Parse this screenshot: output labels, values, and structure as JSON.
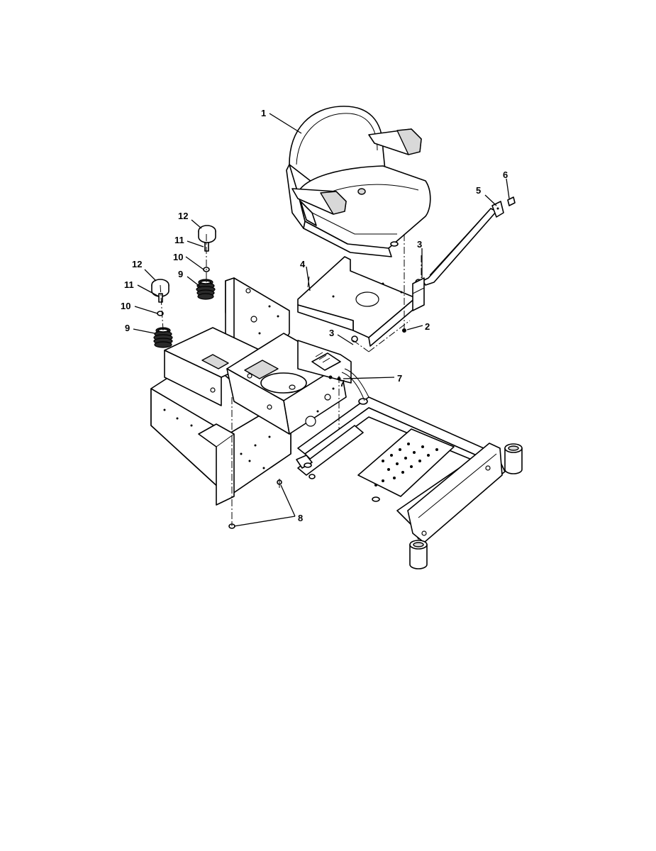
{
  "diagram": {
    "callouts": [
      {
        "id": "c1",
        "label": "1"
      },
      {
        "id": "c2",
        "label": "2"
      },
      {
        "id": "c3a",
        "label": "3"
      },
      {
        "id": "c3b",
        "label": "3"
      },
      {
        "id": "c4",
        "label": "4"
      },
      {
        "id": "c5",
        "label": "5"
      },
      {
        "id": "c6",
        "label": "6"
      },
      {
        "id": "c7a",
        "label": "7"
      },
      {
        "id": "c7b",
        "label": "7"
      },
      {
        "id": "c8",
        "label": "8"
      },
      {
        "id": "c9a",
        "label": "9"
      },
      {
        "id": "c9b",
        "label": "9"
      },
      {
        "id": "c10a",
        "label": "10"
      },
      {
        "id": "c10b",
        "label": "10"
      },
      {
        "id": "c11a",
        "label": "11"
      },
      {
        "id": "c11b",
        "label": "11"
      },
      {
        "id": "c12a",
        "label": "12"
      },
      {
        "id": "c12b",
        "label": "12"
      }
    ]
  }
}
